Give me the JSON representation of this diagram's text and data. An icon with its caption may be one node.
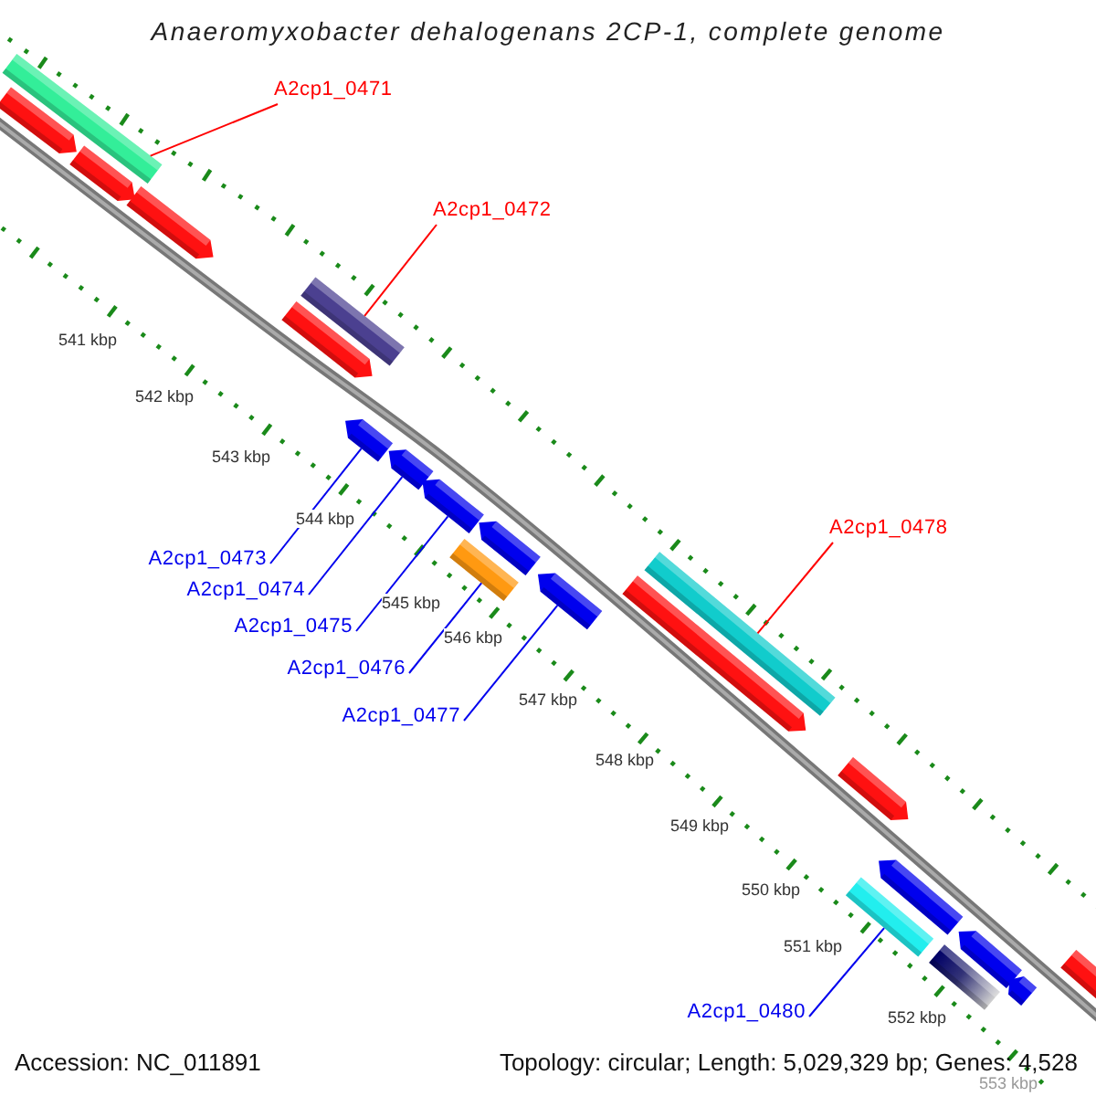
{
  "diagram": {
    "title": "Anaeromyxobacter dehalogenans 2CP-1, complete genome",
    "nodes": [
      {
        "text": [
          "A2cp1_0471"
        ]
      },
      {
        "text": [
          "A2cp1_0472"
        ]
      },
      {
        "text": [
          "A2cp1_0478"
        ]
      },
      {
        "text": [
          "A2cp1_0473"
        ]
      },
      {
        "text": [
          "A2cp1_0474"
        ]
      },
      {
        "text": [
          "A2cp1_0475"
        ]
      },
      {
        "text": [
          "A2cp1_0476"
        ]
      },
      {
        "text": [
          "A2cp1_0477"
        ]
      },
      {
        "text": [
          "A2cp1_0480"
        ]
      },
      {
        "text": [],
        "shape": "arrow"
      },
      {
        "text": [],
        "shape": "bar"
      },
      {
        "text": [],
        "shape": "arrow"
      },
      {
        "text": [],
        "shape": "arrow"
      },
      {
        "text": [],
        "shape": "arrow"
      },
      {
        "text": [],
        "shape": "bar"
      },
      {
        "text": [],
        "shape": "arrow"
      },
      {
        "text": [],
        "shape": "arrow"
      },
      {
        "text": [],
        "shape": "arrow"
      },
      {
        "text": [],
        "shape": "bar"
      },
      {
        "text": [],
        "shape": "arrow"
      },
      {
        "text": [],
        "shape": "arrow"
      },
      {
        "text": [],
        "shape": "arrow"
      },
      {
        "text": [],
        "shape": "bar"
      },
      {
        "text": [],
        "shape": "arrow"
      },
      {
        "text": [],
        "shape": "bar"
      },
      {
        "text": [],
        "shape": "arrow"
      },
      {
        "text": [],
        "shape": "bar"
      },
      {
        "text": [],
        "shape": "arrow"
      },
      {
        "text": [],
        "shape": "arrow"
      },
      {
        "text": [],
        "shape": "arrow"
      }
    ],
    "edges": [
      {
        "from": 0,
        "to": 10,
        "arrow": "none",
        "color": "#ff0000"
      },
      {
        "from": 1,
        "to": 14,
        "arrow": "none",
        "color": "#ff0000"
      },
      {
        "from": 2,
        "to": 22,
        "arrow": "none",
        "color": "#ff0000"
      },
      {
        "from": 3,
        "to": 15,
        "arrow": "none"
      },
      {
        "from": 4,
        "to": 16,
        "arrow": "none"
      },
      {
        "from": 5,
        "to": 17,
        "arrow": "none"
      },
      {
        "from": 6,
        "to": 18,
        "arrow": "none"
      },
      {
        "from": 7,
        "to": 20,
        "arrow": "none"
      },
      {
        "from": 8,
        "to": 24,
        "arrow": "none"
      }
    ],
    "labels": [
      "541 kbp",
      "542 kbp",
      "543 kbp",
      "544 kbp",
      "545 kbp",
      "546 kbp",
      "547 kbp",
      "548 kbp",
      "549 kbp",
      "550 kbp",
      "551 kbp",
      "552 kbp",
      "553 kbp",
      "Accession: NC_011891",
      "Topology: circular; Length: 5,029,329 bp; Genes: 4,528"
    ]
  }
}
